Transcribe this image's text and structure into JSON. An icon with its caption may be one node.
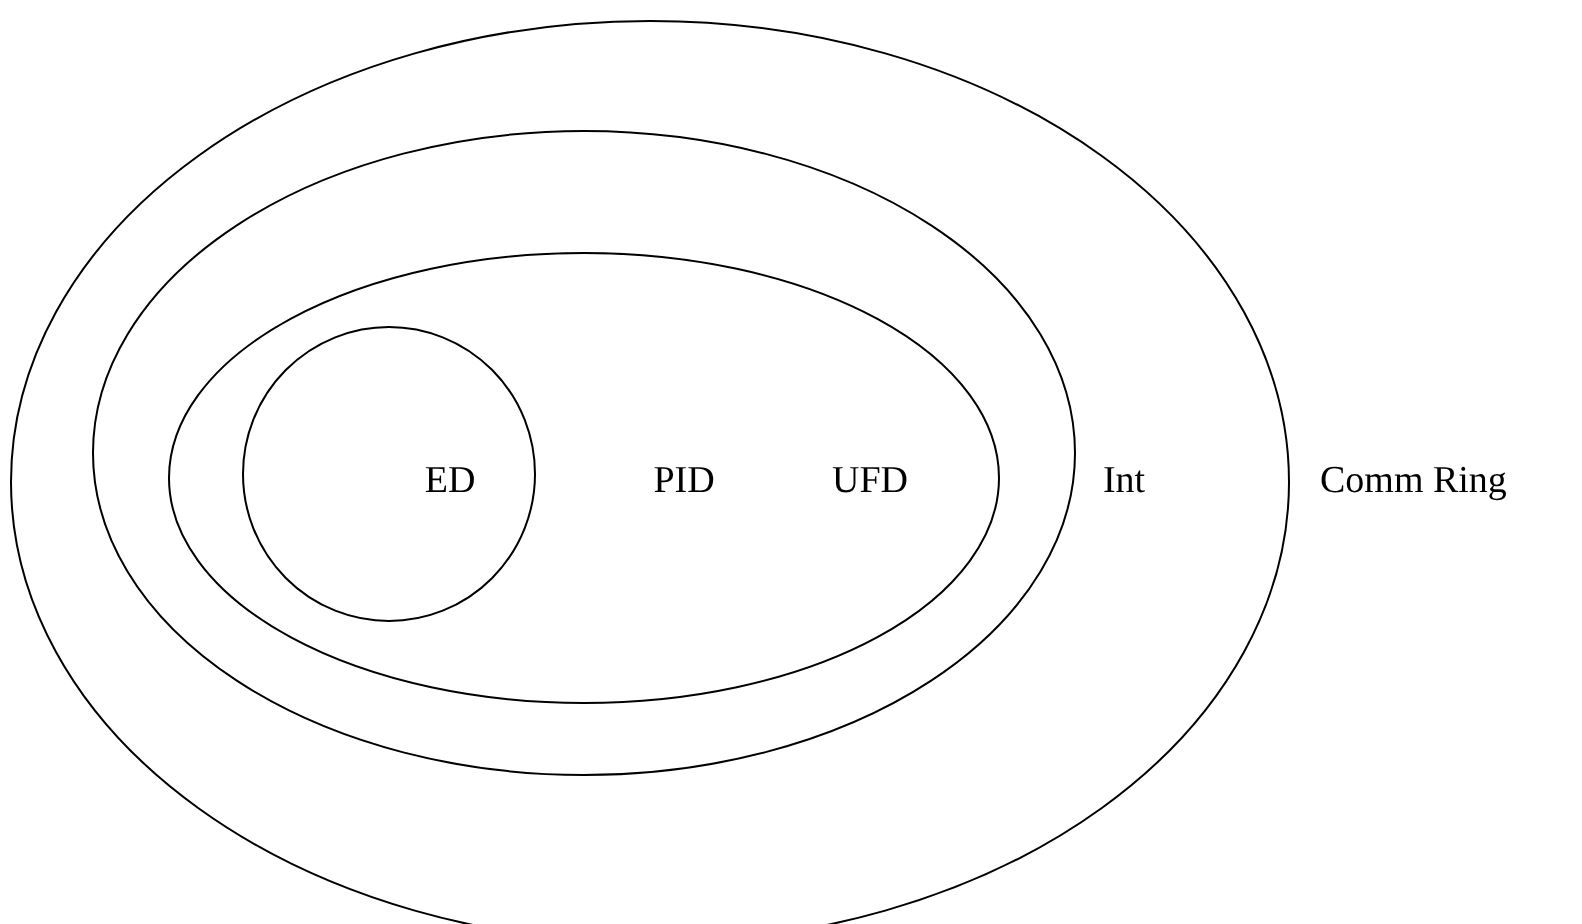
{
  "diagram": {
    "nodes": [
      {
        "text": [
          "Int"
        ]
      },
      {
        "text": [],
        "shape": "ellipse",
        "in": 0
      },
      {
        "text": [
          "PID",
          "UFD"
        ],
        "in": 1
      },
      {
        "text": [
          "ED"
        ],
        "in": 2
      }
    ],
    "labels": [
      "Comm Ring"
    ]
  }
}
